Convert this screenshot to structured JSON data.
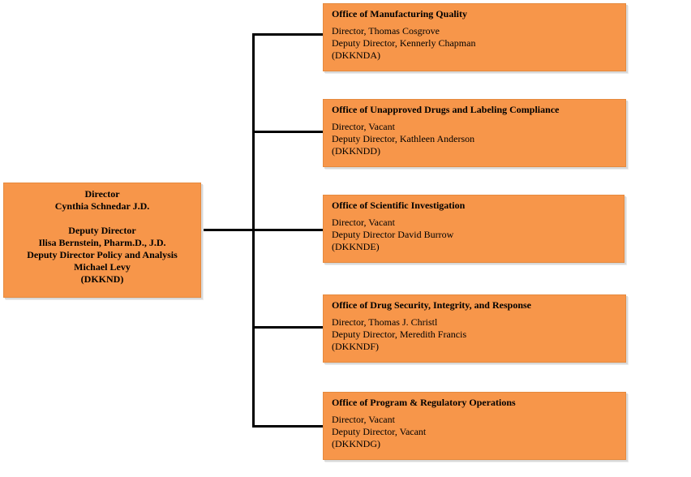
{
  "center": {
    "lines": [
      "Director",
      "Cynthia Schnedar J.D.",
      "",
      "Deputy Director",
      "Ilisa Bernstein, Pharm.D., J.D.",
      "Deputy Director Policy and Analysis",
      "Michael Levy",
      "(DKKND)"
    ]
  },
  "offices": [
    {
      "title": "Office of Manufacturing Quality",
      "lines": [
        "Director, Thomas Cosgrove",
        "Deputy Director, Kennerly Chapman",
        "(DKKNDA)"
      ]
    },
    {
      "title": "Office of Unapproved Drugs and Labeling Compliance",
      "lines": [
        "Director, Vacant",
        "Deputy Director, Kathleen Anderson",
        "(DKKNDD)"
      ]
    },
    {
      "title": "Office of Scientific Investigation",
      "lines": [
        "Director, Vacant",
        "Deputy Director David Burrow",
        "(DKKNDE)"
      ]
    },
    {
      "title": "Office of Drug Security, Integrity, and Response",
      "lines": [
        "Director, Thomas J. Christl",
        "Deputy Director, Meredith Francis",
        "(DKKNDF)"
      ]
    },
    {
      "title": "Office of Program & Regulatory Operations",
      "lines": [
        "Director, Vacant",
        "Deputy Director, Vacant",
        "(DKKNDG)"
      ]
    }
  ],
  "colors": {
    "box_fill": "#F7964A",
    "connector": "#000000"
  }
}
